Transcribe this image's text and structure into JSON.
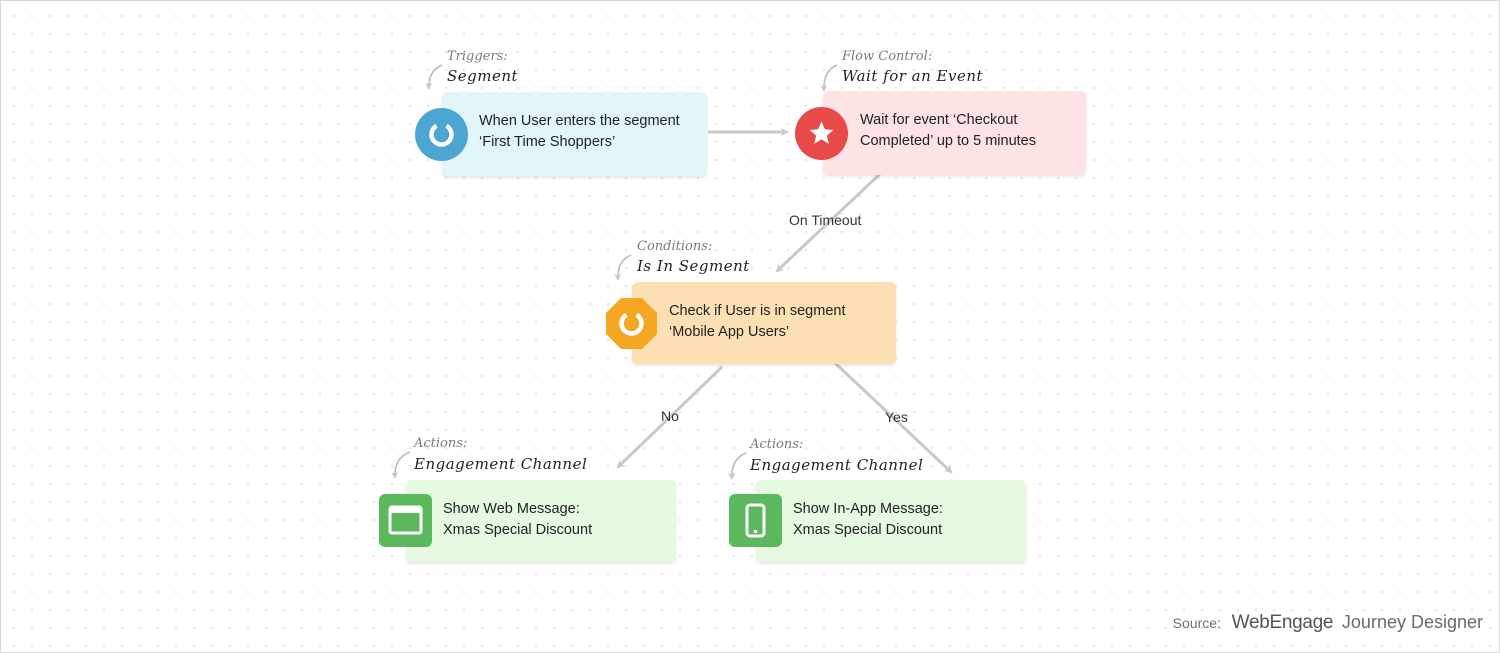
{
  "colors": {
    "trigger_fill": "#e2f5f9",
    "trigger_icon": "#4ba6d1",
    "flow_fill": "#fde3e3",
    "flow_icon": "#e84a4a",
    "condition_fill": "#fce0b3",
    "condition_icon": "#f5a623",
    "action_fill": "#e5fae0",
    "action_icon": "#5cb85c",
    "connector": "#c8c8c8"
  },
  "nodes": {
    "trigger": {
      "category": "Triggers:",
      "type": "Segment",
      "icon": "segment-ring-icon",
      "line1": "When User enters the segment",
      "line2": "‘First Time Shoppers’"
    },
    "flow_control": {
      "category": "Flow Control:",
      "type": "Wait for an Event",
      "icon": "star-icon",
      "line1": "Wait for event ‘Checkout",
      "line2": "Completed’ up to 5 minutes"
    },
    "condition": {
      "category": "Conditions:",
      "type": "Is In Segment",
      "icon": "segment-ring-icon",
      "line1": "Check if User is in segment",
      "line2": "‘Mobile App Users’"
    },
    "action_web": {
      "category": "Actions:",
      "type": "Engagement Channel",
      "icon": "browser-window-icon",
      "line1": "Show Web Message:",
      "line2": "Xmas Special Discount"
    },
    "action_inapp": {
      "category": "Actions:",
      "type": "Engagement Channel",
      "icon": "mobile-phone-icon",
      "line1": "Show In-App Message:",
      "line2": "Xmas Special Discount"
    }
  },
  "edges": {
    "on_timeout": "On Timeout",
    "no": "No",
    "yes": "Yes"
  },
  "source": {
    "label": "Source:",
    "brand": "WebEngage",
    "product": "Journey Designer"
  }
}
